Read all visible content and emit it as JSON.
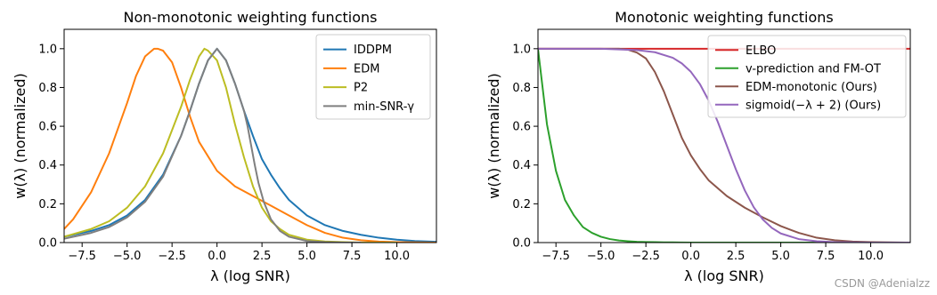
{
  "chart_data": [
    {
      "type": "line",
      "title": "Non-monotonic weighting functions",
      "xlabel": "λ (log SNR)",
      "ylabel": "w(λ) (normalized)",
      "xlim": [
        -8.5,
        12.2
      ],
      "ylim": [
        0,
        1.1
      ],
      "xticks": [
        -7.5,
        -5.0,
        -2.5,
        0.0,
        2.5,
        5.0,
        7.5,
        10.0
      ],
      "xtick_labels": [
        "−7.5",
        "−5.0",
        "−2.5",
        "0.0",
        "2.5",
        "5.0",
        "7.5",
        "10.0"
      ],
      "yticks": [
        0.0,
        0.2,
        0.4,
        0.6,
        0.8,
        1.0
      ],
      "ytick_labels": [
        "0.0",
        "0.2",
        "0.4",
        "0.6",
        "0.8",
        "1.0"
      ],
      "grid": false,
      "legend_position": "top-right",
      "series": [
        {
          "name": "IDDPM",
          "color": "#1f77b4",
          "x": [
            -8.5,
            -7,
            -6,
            -5,
            -4,
            -3,
            -2,
            -1.5,
            -1,
            -0.5,
            0,
            0.5,
            1,
            1.5,
            2,
            2.5,
            3,
            3.5,
            4,
            5,
            6,
            7,
            8,
            9,
            10,
            11,
            12.2
          ],
          "y": [
            0.03,
            0.06,
            0.09,
            0.14,
            0.22,
            0.35,
            0.55,
            0.68,
            0.82,
            0.94,
            1.0,
            0.94,
            0.82,
            0.68,
            0.55,
            0.43,
            0.35,
            0.28,
            0.22,
            0.14,
            0.09,
            0.06,
            0.04,
            0.025,
            0.015,
            0.008,
            0.004
          ]
        },
        {
          "name": "EDM",
          "color": "#ff7f0e",
          "x": [
            -8.5,
            -8,
            -7,
            -6,
            -5,
            -4.5,
            -4,
            -3.5,
            -3.3,
            -3,
            -2.5,
            -2,
            -1.5,
            -1,
            0,
            1,
            2,
            3,
            4,
            5,
            6,
            7,
            8,
            9,
            10,
            11,
            12.2
          ],
          "y": [
            0.07,
            0.12,
            0.26,
            0.46,
            0.72,
            0.86,
            0.96,
            1.0,
            1.0,
            0.99,
            0.93,
            0.8,
            0.65,
            0.52,
            0.37,
            0.29,
            0.24,
            0.19,
            0.14,
            0.09,
            0.05,
            0.025,
            0.012,
            0.005,
            0.002,
            0.001,
            0.0
          ]
        },
        {
          "name": "P2",
          "color": "#bcbd22",
          "x": [
            -8.5,
            -7,
            -6,
            -5,
            -4,
            -3,
            -2,
            -1.5,
            -1,
            -0.7,
            -0.5,
            0,
            0.5,
            1,
            1.5,
            2,
            2.5,
            3,
            3.5,
            4,
            5,
            6,
            7,
            8,
            9,
            10
          ],
          "y": [
            0.03,
            0.07,
            0.11,
            0.18,
            0.29,
            0.46,
            0.7,
            0.84,
            0.96,
            1.0,
            0.99,
            0.94,
            0.8,
            0.61,
            0.44,
            0.29,
            0.18,
            0.11,
            0.07,
            0.04,
            0.015,
            0.006,
            0.002,
            0.0,
            0.0,
            0.0
          ]
        },
        {
          "name": "min-SNR-γ",
          "color": "#7f7f7f",
          "x": [
            -8.5,
            -7,
            -6,
            -5,
            -4,
            -3,
            -2,
            -1.5,
            -1,
            -0.5,
            0,
            0.5,
            1,
            1.5,
            1.7,
            1.9,
            2.1,
            2.3,
            2.6,
            3,
            3.5,
            4,
            5,
            6,
            7,
            8
          ],
          "y": [
            0.02,
            0.05,
            0.08,
            0.13,
            0.21,
            0.34,
            0.55,
            0.68,
            0.82,
            0.94,
            1.0,
            0.94,
            0.82,
            0.68,
            0.6,
            0.5,
            0.4,
            0.31,
            0.21,
            0.12,
            0.06,
            0.03,
            0.008,
            0.002,
            0.0,
            0.0
          ]
        }
      ]
    },
    {
      "type": "line",
      "title": "Monotonic weighting functions",
      "xlabel": "λ (log SNR)",
      "ylabel": "w(λ) (normalized)",
      "xlim": [
        -8.5,
        12.2
      ],
      "ylim": [
        0,
        1.1
      ],
      "xticks": [
        -7.5,
        -5.0,
        -2.5,
        0.0,
        2.5,
        5.0,
        7.5,
        10.0
      ],
      "xtick_labels": [
        "−7.5",
        "−5.0",
        "−2.5",
        "0.0",
        "2.5",
        "5.0",
        "7.5",
        "10.0"
      ],
      "yticks": [
        0.0,
        0.2,
        0.4,
        0.6,
        0.8,
        1.0
      ],
      "ytick_labels": [
        "0.0",
        "0.2",
        "0.4",
        "0.6",
        "0.8",
        "1.0"
      ],
      "grid": false,
      "legend_position": "top-right",
      "series": [
        {
          "name": "ELBO",
          "color": "#d62728",
          "x": [
            -8.5,
            12.2
          ],
          "y": [
            1.0,
            1.0
          ]
        },
        {
          "name": "v-prediction and FM-OT",
          "color": "#2ca02c",
          "x": [
            -8.5,
            -8,
            -7.5,
            -7,
            -6.5,
            -6,
            -5.5,
            -5,
            -4.5,
            -4,
            -3.5,
            -3,
            -2.5,
            -2,
            -1.5,
            -1,
            0,
            1,
            2,
            3,
            4,
            6,
            8,
            10,
            12.2
          ],
          "y": [
            1.0,
            0.61,
            0.37,
            0.22,
            0.14,
            0.08,
            0.05,
            0.03,
            0.018,
            0.011,
            0.007,
            0.004,
            0.003,
            0.002,
            0.001,
            0.001,
            0.0,
            0.0,
            0.0,
            0.0,
            0.0,
            0.0,
            0.0,
            0.0,
            0.0
          ]
        },
        {
          "name": "EDM-monotonic (Ours)",
          "color": "#8c564b",
          "x": [
            -8.5,
            -5,
            -4,
            -3.5,
            -3,
            -2.5,
            -2,
            -1.5,
            -1,
            -0.5,
            0,
            0.5,
            1,
            1.5,
            2,
            3,
            4,
            5,
            6,
            7,
            8,
            9,
            10,
            11,
            12.2
          ],
          "y": [
            1.0,
            1.0,
            1.0,
            0.995,
            0.98,
            0.95,
            0.88,
            0.78,
            0.66,
            0.54,
            0.45,
            0.38,
            0.32,
            0.28,
            0.24,
            0.18,
            0.13,
            0.085,
            0.05,
            0.025,
            0.012,
            0.005,
            0.002,
            0.001,
            0.0
          ]
        },
        {
          "name": "sigmoid(−λ + 2) (Ours)",
          "color": "#9467bd",
          "x": [
            -8.5,
            -5,
            -3,
            -2,
            -1,
            -0.5,
            0,
            0.5,
            1,
            1.5,
            2,
            2.5,
            3,
            3.5,
            4,
            4.5,
            5,
            6,
            7,
            8,
            9,
            10,
            12.2
          ],
          "y": [
            1.0,
            1.0,
            0.993,
            0.982,
            0.953,
            0.924,
            0.881,
            0.818,
            0.731,
            0.622,
            0.5,
            0.378,
            0.269,
            0.182,
            0.119,
            0.076,
            0.047,
            0.018,
            0.007,
            0.002,
            0.001,
            0.0,
            0.0
          ]
        }
      ]
    }
  ],
  "watermark": "CSDN @Adenialzz"
}
